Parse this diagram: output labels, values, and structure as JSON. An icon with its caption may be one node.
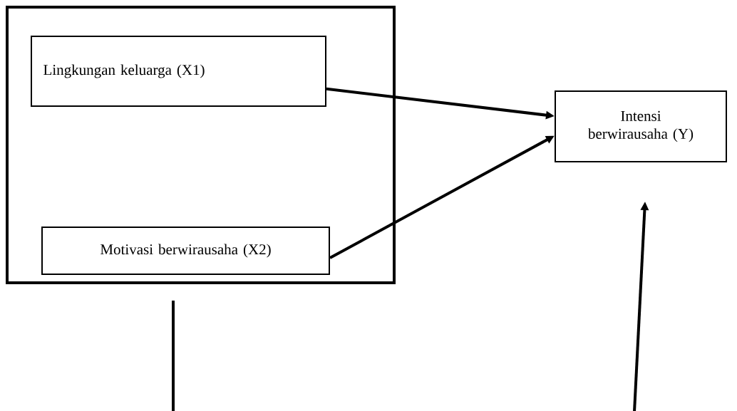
{
  "diagram": {
    "nodes": [
      {
        "text": [],
        "shape": "box"
      },
      {
        "text": [
          "Lingkungan keluarga (X1)"
        ],
        "in": 0
      },
      {
        "text": [
          "Motivasi berwirausaha (X2)"
        ],
        "in": 0
      },
      {
        "text": [
          "Intensi berwirausaha (Y)"
        ]
      }
    ],
    "edges": [
      {
        "from": 1,
        "to": 3,
        "arrow": "to"
      },
      {
        "from": 2,
        "to": 3,
        "arrow": "to"
      },
      {
        "from": 0,
        "to": null,
        "arrow": "none"
      },
      {
        "from": null,
        "to": 3,
        "arrow": "to"
      }
    ]
  }
}
